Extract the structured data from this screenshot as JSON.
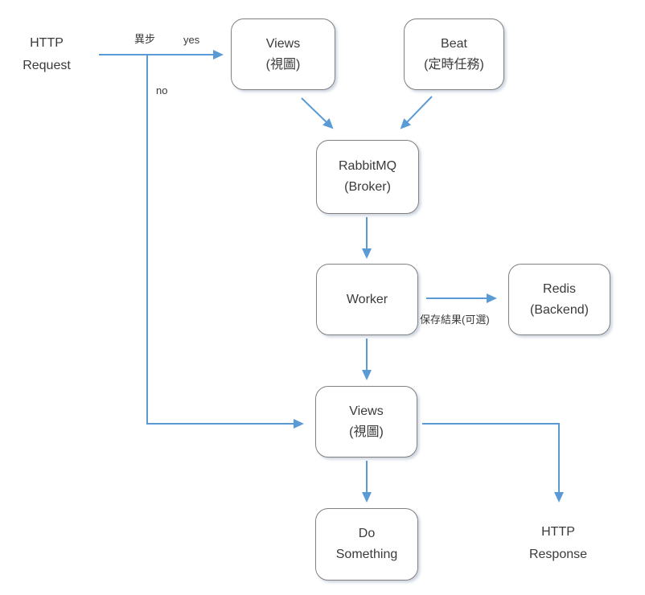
{
  "diagram": {
    "colors": {
      "accent": "#5b9bd5",
      "node_border": "#808080",
      "text": "#3a3a3a"
    },
    "nodes": {
      "views_top": {
        "line1": "Views",
        "line2": "(視圖)"
      },
      "beat": {
        "line1": "Beat",
        "line2": "(定時任務)"
      },
      "rabbitmq": {
        "line1": "RabbitMQ",
        "line2": "(Broker)"
      },
      "worker": {
        "line1": "Worker",
        "line2": ""
      },
      "redis": {
        "line1": "Redis",
        "line2": "(Backend)"
      },
      "views_bottom": {
        "line1": "Views",
        "line2": "(視圖)"
      },
      "do_something": {
        "line1": "Do",
        "line2": "Something"
      }
    },
    "edge_labels": {
      "async": "異步",
      "yes": "yes",
      "no": "no",
      "save_result": "保存結果(可選)"
    },
    "endpoints": {
      "http_request": {
        "line1": "HTTP",
        "line2": "Request"
      },
      "http_response": {
        "line1": "HTTP",
        "line2": "Response"
      }
    }
  }
}
